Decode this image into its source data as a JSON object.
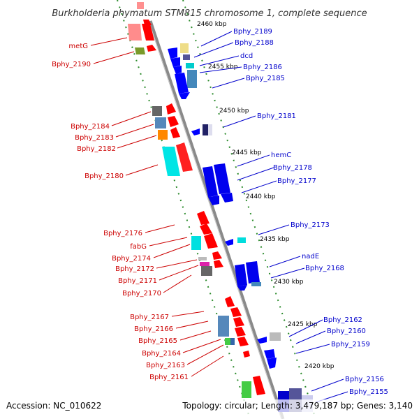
{
  "title": "Burkholderia phymatum STM815 chromosome 1, complete sequence",
  "accession": "Accession: NC_010622",
  "topology": "Topology: circular; Length: 3,479,187 bp; Genes: 3,140",
  "ticks": [
    "2460 kbp",
    "2455 kbp",
    "2450 kbp",
    "2445 kbp",
    "2440 kbp",
    "2435 kbp",
    "2430 kbp",
    "2425 kbp",
    "2420 kbp"
  ],
  "left_genes": [
    "metG",
    "Bphy_2190",
    "Bphy_2184",
    "Bphy_2183",
    "Bphy_2182",
    "Bphy_2180",
    "Bphy_2176",
    "fabG",
    "Bphy_2174",
    "Bphy_2172",
    "Bphy_2171",
    "Bphy_2170",
    "Bphy_2167",
    "Bphy_2166",
    "Bphy_2165",
    "Bphy_2164",
    "Bphy_2163",
    "Bphy_2161"
  ],
  "right_genes": [
    "Bphy_2189",
    "Bphy_2188",
    "dcd",
    "Bphy_2186",
    "Bphy_2185",
    "Bphy_2181",
    "hemC",
    "Bphy_2178",
    "Bphy_2177",
    "Bphy_2173",
    "nadE",
    "Bphy_2168",
    "Bphy_2162",
    "Bphy_2160",
    "Bphy_2159",
    "Bphy_2156",
    "Bphy_2155"
  ],
  "colors": {
    "forward": "#ff0000",
    "reverse": "#0000ff",
    "left_label": "#cc0000",
    "right_label": "#0000cc",
    "backbone": "#888888",
    "ruler": "#2a8a2a"
  }
}
